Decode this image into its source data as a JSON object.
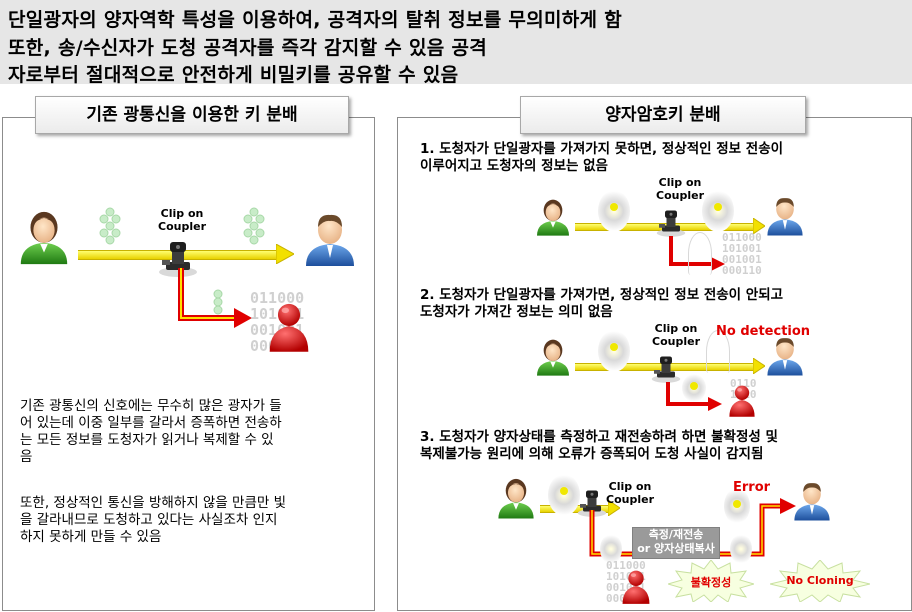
{
  "header": {
    "line1": "단일광자의 양자역학 특성을 이용하여, 공격자의 탈취 정보를 무의미하게 함",
    "line2": "또한, 송/수신자가 도청 공격자를 즉각 감지할 수 있음  공격",
    "line3": "자로부터 절대적으로 안전하게 비밀키를 공유할 수 있음"
  },
  "left_panel": {
    "title": "기존 광통신을 이용한 키 분배",
    "coupler_label": "Clip on\nCoupler",
    "binary_text": "011000\n101001\n001001\n000110",
    "paragraph1": [
      "기존 광통신의 신호에는 무수히 많은 광자가 들",
      "어 있는데 이중 일부를 갈라서 증폭하면 전송하",
      "는 모든 정보를 도청자가 읽거나 복제할 수 있",
      "음"
    ],
    "paragraph2": [
      "또한, 정상적인 통신을 방해하지 않을 만큼만 빛",
      "을 갈라내므로 도청하고 있다는 사실조차 인지",
      "하지 못하게 만들 수 있음"
    ]
  },
  "right_panel": {
    "title": "양자암호키 분배",
    "case1": {
      "text": [
        "1. 도청자가 단일광자를 가져가지 못하면, 정상적인 정보 전송이",
        "이루어지고 도청자의 정보는 없음"
      ],
      "coupler_label": "Clip on\nCoupler",
      "binary_text": "011000\n101001\n001001\n000110"
    },
    "case2": {
      "text": [
        "2. 도청자가 단일광자를 가져가면, 정상적인 정보 전송이 안되고",
        "도청자가 가져간 정보는 의미 없음"
      ],
      "coupler_label": "Clip on\nCoupler",
      "status": "No detection"
    },
    "case3": {
      "text": [
        "3. 도청자가 양자상태를 측정하고 재전송하려 하면 불확정성 및",
        "복제불가능 원리에 의해 오류가 증폭되어 도청 사실이 감지됨"
      ],
      "coupler_label": "Clip on\nCoupler",
      "status": "Error",
      "box_label": "측정/재전송\nor 양자상태복사",
      "burst1": "불확정성",
      "burst2": "No Cloning",
      "binary_text": "011000\n101001\n001001\n000110"
    }
  },
  "colors": {
    "beam": "#f2e000",
    "tap_line": "#e00000",
    "user_green": "#2e8b1e",
    "user_blue": "#2f6ec0",
    "eve_red": "#d41616"
  },
  "icons": [
    "user-sender-icon",
    "user-receiver-icon",
    "eavesdropper-icon",
    "coupler-device-icon",
    "photon-cluster-icon",
    "binary-data-icon"
  ]
}
